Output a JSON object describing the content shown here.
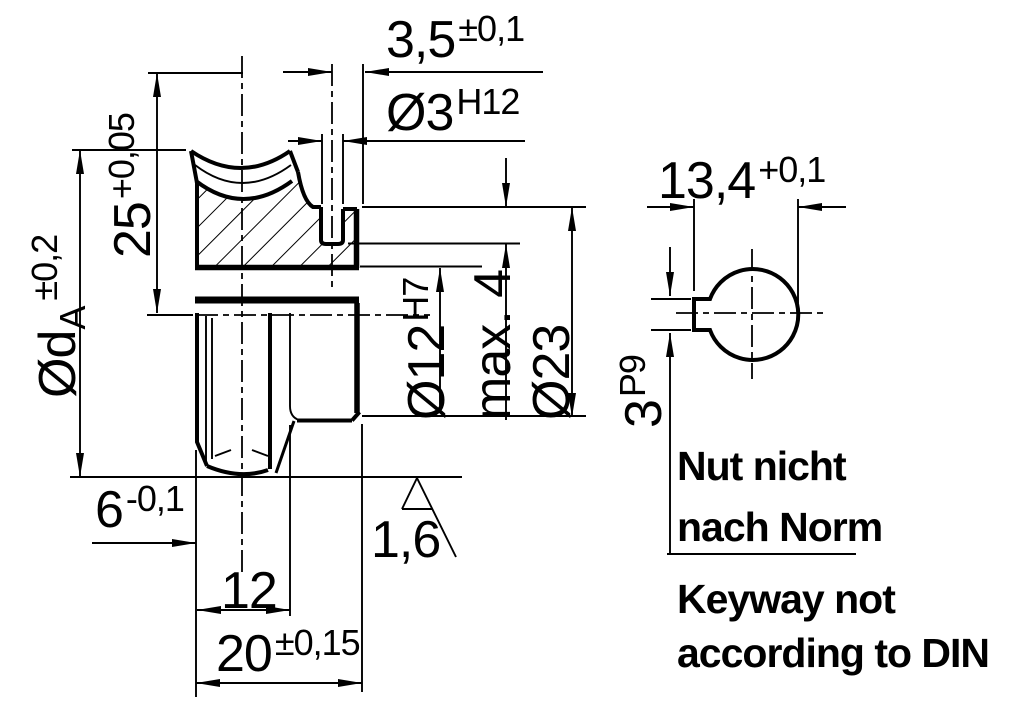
{
  "drawing": {
    "colors": {
      "line": "#000000",
      "background": "#ffffff"
    },
    "dims": {
      "hole_offset": {
        "value": "3,5",
        "tol": "±0,1"
      },
      "hole_dia": {
        "value": "Ø3",
        "fit": "H12"
      },
      "crown_height": {
        "value": "25",
        "tol": "+0,05"
      },
      "outer_dia": {
        "prefix": "Ød",
        "sub": "A",
        "tol": "±0,2"
      },
      "bore_dia": {
        "value": "Ø12",
        "fit": "H7"
      },
      "hole_depth": {
        "value": "max. 4"
      },
      "hub_dia": {
        "value": "Ø23"
      },
      "face_offset": {
        "value": "6",
        "tol": "-0,1"
      },
      "rim_width": {
        "value": "12"
      },
      "total_width": {
        "value": "20",
        "tol": "±0,15"
      },
      "surface_roughness": {
        "value": "1,6"
      },
      "keyway_total": {
        "value": "13,4",
        "tol": "+0,1"
      },
      "keyway_width": {
        "value": "3",
        "fit": "P9"
      }
    },
    "notes": {
      "de_line1": "Nut nicht",
      "de_line2": "nach Norm",
      "en_line1": "Keyway not",
      "en_line2": "according to DIN"
    }
  }
}
